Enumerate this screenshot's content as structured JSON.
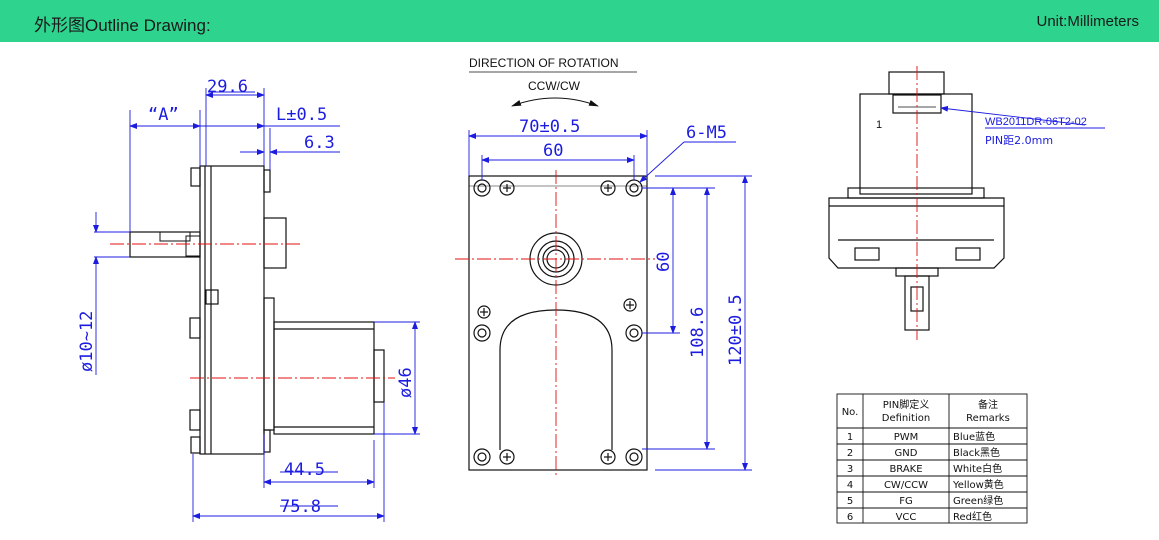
{
  "header": {
    "title": "外形图Outline Drawing:",
    "unit": "Unit:Millimeters"
  },
  "side_view": {
    "dim_a": "“A”",
    "dim_width": "29.6",
    "dim_l_tol": "L±0.5",
    "dim_6_3": "6.3",
    "dim_shaft_dia": "ø10~12",
    "dim_motor_dia": "ø46",
    "dim_44_5": "44.5",
    "dim_75_8": "75.8"
  },
  "front_view": {
    "rotation_title": "DIRECTION OF ROTATION",
    "rotation_dir": "CCW/CW",
    "dim_70": "70±0.5",
    "dim_60_top": "60",
    "dim_holes": "6-M5",
    "dim_60_right": "60",
    "dim_108_6": "108.6",
    "dim_120": "120±0.5"
  },
  "end_view": {
    "connector_pin1": "1",
    "connector_model": "WB2011DR-06T2-02",
    "connector_pitch": "PIN距2.0mm"
  },
  "pin_table": {
    "headers": {
      "no": "No.",
      "def_cn": "PIN脚定义",
      "def_en": "Definition",
      "rem_cn": "备注",
      "rem_en": "Remarks"
    },
    "rows": [
      {
        "no": "1",
        "def": "PWM",
        "remark": "Blue蓝色"
      },
      {
        "no": "2",
        "def": "GND",
        "remark": "Black黑色"
      },
      {
        "no": "3",
        "def": "BRAKE",
        "remark": "White白色"
      },
      {
        "no": "4",
        "def": "CW/CCW",
        "remark": "Yellow黄色"
      },
      {
        "no": "5",
        "def": "FG",
        "remark": "Green绿色"
      },
      {
        "no": "6",
        "def": "VCC",
        "remark": "Red红色"
      }
    ]
  },
  "colors": {
    "header_bg": "#2ed48e",
    "dimension": "#1c1ce0",
    "centerline": "#e01010",
    "outline": "#111111"
  }
}
